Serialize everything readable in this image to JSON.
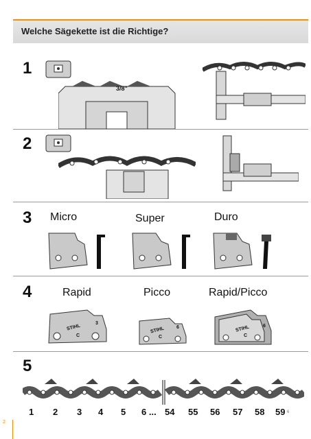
{
  "header": {
    "title": "Welche Sägekette ist die Richtige?"
  },
  "sections": {
    "s1": {
      "number": "1",
      "gauge_label": "3/8\""
    },
    "s2": {
      "number": "2"
    },
    "s3": {
      "number": "3",
      "labels": [
        "Micro",
        "Super",
        "Duro"
      ]
    },
    "s4": {
      "number": "4",
      "labels": [
        "Rapid",
        "Picco",
        "Rapid/Picco"
      ],
      "stamp": "STIHL",
      "stamp_letter": "C",
      "stamp_digit_a": "3",
      "stamp_digit_b": "6",
      "stamp_digit_c": "6"
    },
    "s5": {
      "number": "5",
      "pitch_labels": [
        "1",
        "2",
        "3",
        "4",
        "5",
        "6 ...",
        "54",
        "55",
        "56",
        "57",
        "58",
        "59"
      ]
    }
  },
  "footer": {
    "page_number": "2",
    "corner_mark": "6"
  },
  "colors": {
    "accent": "#f29200",
    "header_bg": "#e0e0e0",
    "metal": "#c9c9c9",
    "dark": "#111111"
  }
}
